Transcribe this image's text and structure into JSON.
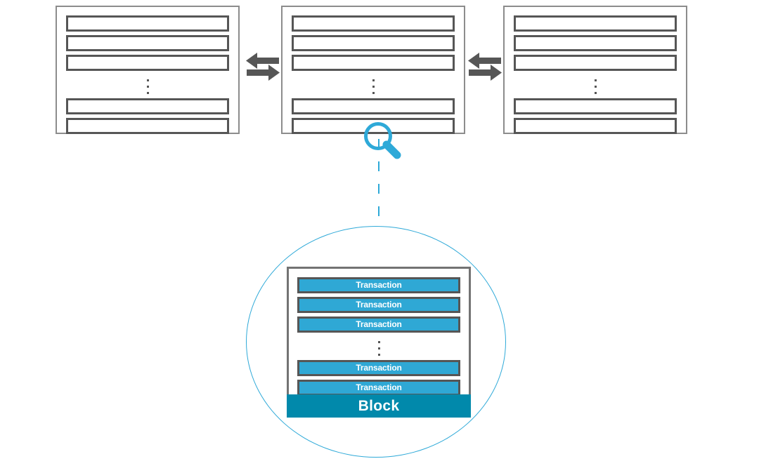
{
  "diagram": {
    "title": "Blockchain structure with magnified block",
    "colors": {
      "block_border": "#8c8c8c",
      "row_border": "#565656",
      "transaction_fill": "#2fa8d5",
      "block_footer_fill": "#0189ab",
      "accent_blue": "#2ea9d8",
      "arrow_fill": "#565656",
      "background": "#ffffff",
      "text_on_blue": "#ffffff"
    },
    "chain": {
      "blocks": [
        {
          "name": "block-left",
          "rows_above": 3,
          "rows_below": 2,
          "ellipsis": "⋮"
        },
        {
          "name": "block-center",
          "rows_above": 3,
          "rows_below": 2,
          "ellipsis": "⋮"
        },
        {
          "name": "block-right",
          "rows_above": 3,
          "rows_below": 2,
          "ellipsis": "⋮"
        }
      ],
      "connectors": [
        {
          "name": "arrow-pair-left",
          "icon": "bidirectional-arrows-icon",
          "directions": [
            "left",
            "right"
          ]
        },
        {
          "name": "arrow-pair-right",
          "icon": "bidirectional-arrows-icon",
          "directions": [
            "left",
            "right"
          ]
        }
      ]
    },
    "magnifier": {
      "icon": "magnifying-glass-icon",
      "connector_style": "dashed",
      "connector_color": "#2ea9d8"
    },
    "detail": {
      "circle_label": "magnified-view",
      "transactions_above": [
        {
          "label": "Transaction"
        },
        {
          "label": "Transaction"
        },
        {
          "label": "Transaction"
        }
      ],
      "ellipsis": "⋮",
      "transactions_below": [
        {
          "label": "Transaction"
        },
        {
          "label": "Transaction"
        }
      ],
      "footer_label": "Block"
    }
  }
}
